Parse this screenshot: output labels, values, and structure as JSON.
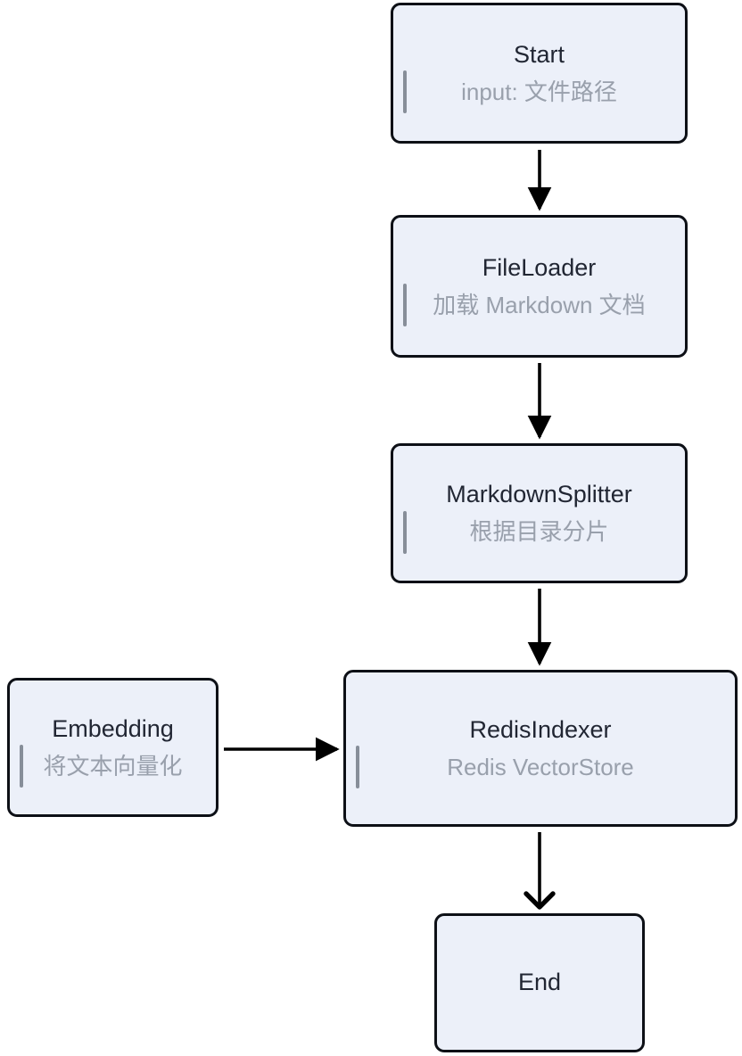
{
  "diagram": {
    "type": "flowchart",
    "direction": "top-down",
    "colors": {
      "background": "#FFFFFF",
      "node_fill": "#ECF0F9",
      "node_border": "#0D1016",
      "title_text": "#212633",
      "subtitle_text": "#99A0AC",
      "subtitle_bar": "#878E99",
      "edge": "#000000"
    },
    "nodes": [
      {
        "id": "start",
        "title": "Start",
        "subtitle": "input: 文件路径"
      },
      {
        "id": "fileloader",
        "title": "FileLoader",
        "subtitle": "加载 Markdown 文档"
      },
      {
        "id": "splitter",
        "title": "MarkdownSplitter",
        "subtitle": "根据目录分片"
      },
      {
        "id": "embedding",
        "title": "Embedding",
        "subtitle": "将文本向量化"
      },
      {
        "id": "redis",
        "title": "RedisIndexer",
        "subtitle": "Redis VectorStore"
      },
      {
        "id": "end",
        "title": "End",
        "subtitle": ""
      }
    ],
    "edges": [
      {
        "from": "start",
        "to": "fileloader",
        "arrowhead": "solid-triangle"
      },
      {
        "from": "fileloader",
        "to": "splitter",
        "arrowhead": "solid-triangle"
      },
      {
        "from": "splitter",
        "to": "redis",
        "arrowhead": "solid-triangle"
      },
      {
        "from": "embedding",
        "to": "redis",
        "arrowhead": "solid-triangle"
      },
      {
        "from": "redis",
        "to": "end",
        "arrowhead": "open-chevron"
      }
    ]
  }
}
